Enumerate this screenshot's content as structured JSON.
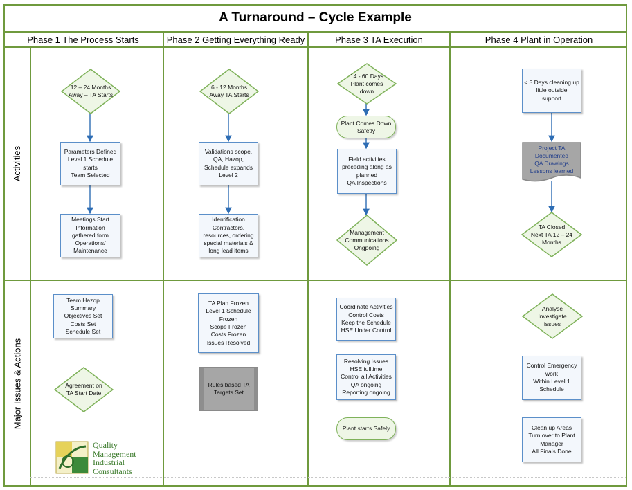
{
  "title": "A Turnaround – Cycle Example",
  "phases": [
    "Phase 1 The Process Starts",
    "Phase 2 Getting Everything Ready",
    "Phase 3 TA Execution",
    "Phase 4 Plant in Operation"
  ],
  "lanes": [
    "Activities",
    "Major Issues & Actions"
  ],
  "activities": {
    "p1": {
      "diamond": "12 – 24 Months\nAway – TA Starts",
      "box1": "Parameters Defined\nLevel 1 Schedule\nstarts\nTeam Selected",
      "box2": "Meetings Start\nInformation\ngathered form\nOperations/\nMaintenance"
    },
    "p2": {
      "diamond": "6 - 12 Months\nAway TA Starts",
      "box1": "Validations scope,\nQA, Hazop,\nSchedule expands\nLevel 2",
      "box2": "Identification\nContractors,\nresources, ordering\nspecial materials &\nlong lead items"
    },
    "p3": {
      "diamond1": "14 - 60 Days\nPlant comes\ndown",
      "pill": "Plant Comes Down\nSafetly",
      "box": "Field activities\npreceding along as\nplanned\nQA Inspections",
      "diamond2": "Management\nCommunications\nOngpoing"
    },
    "p4": {
      "box": "< 5 Days cleaning up\nlittle outside\nsupport",
      "doc": "Project TA\nDocumented\nQA Drawings\nLessons learned",
      "diamond": "TA Closed\nNext TA 12 – 24\nMonths"
    }
  },
  "issues": {
    "p1": {
      "box": "Team Hazop\nSummary\nObjectives Set\nCosts Set\nSchedule Set",
      "diamond": "Agreement on\nTA Start Date"
    },
    "p2": {
      "box": "TA Plan Frozen\nLevel 1 Schedule\nFrozen\nScope Frozen\nCosts Frozen\nIssues Resolved",
      "gray": "Rules based TA\nTargets Set"
    },
    "p3": {
      "box1": "Coordinate Activities\nControl Costs\nKeep the Schedule\nHSE Under Control",
      "box2": "Resolving Issues\nHSE fulltime\nControl all Activities\nQA ongoing\nReporting ongoing",
      "pill": "Plant starts Safely"
    },
    "p4": {
      "diamond": "Analyse\nInvestigate\nissues",
      "box1": "Control Emergency\nwork\nWithin Level 1\nSchedule",
      "box2": "Clean up Areas\nTurn over to Plant\nManager\nAll Finals Done"
    }
  },
  "logo_text": "Quality\nManagement\nIndustrial\nConsultants",
  "colors": {
    "frame": "#6f9a3e",
    "box_border": "#5b8fc9",
    "diamond_border": "#7fb25a",
    "arrow": "#2e6db4",
    "gray_box": "#a6a6a6"
  }
}
